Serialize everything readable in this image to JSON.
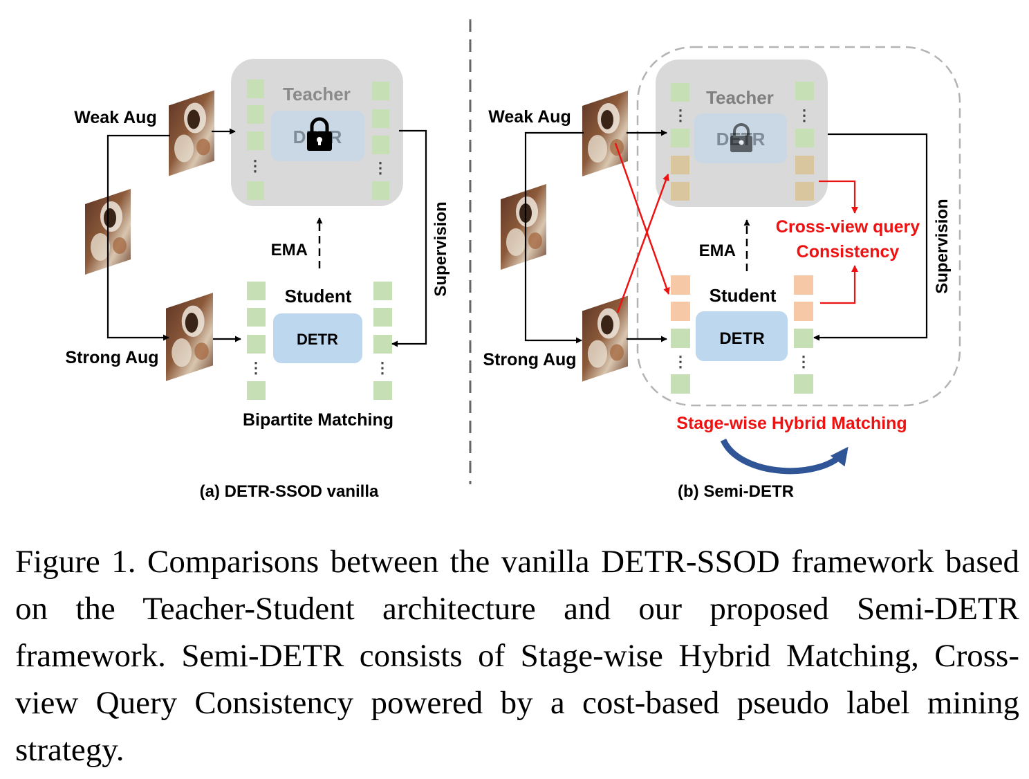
{
  "panel_a": {
    "teacher": "Teacher",
    "teacher_detr": "DETR",
    "student": "Student",
    "student_detr": "DETR",
    "weak_aug": "Weak Aug",
    "strong_aug": "Strong Aug",
    "ema": "EMA",
    "supervision": "Supervision",
    "matching": "Bipartite Matching",
    "subtitle": "(a) DETR-SSOD vanilla"
  },
  "panel_b": {
    "teacher": "Teacher",
    "teacher_detr": "DETR",
    "student": "Student",
    "student_detr": "DETR",
    "weak_aug": "Weak Aug",
    "strong_aug": "Strong Aug",
    "ema": "EMA",
    "supervision": "Supervision",
    "cross_view_line1": "Cross-view query",
    "cross_view_line2": "Consistency",
    "matching": "Stage-wise Hybrid Matching",
    "subtitle": "(b) Semi-DETR"
  },
  "colors": {
    "query_green": "#c6dfb4",
    "query_orange": "#f6c8a6",
    "teacher_box": "#d9d9d9",
    "detr_box": "#bdd7ee",
    "highlight_red": "#ee1111",
    "curve_blue": "#2f5597"
  },
  "icons": [
    "lock-icon",
    "food-image-thumbnail"
  ],
  "caption": "Figure 1. Comparisons between the vanilla DETR-SSOD framework based on the Teacher-Student architecture and our proposed Semi-DETR framework. Semi-DETR consists of Stage-wise Hybrid Matching, Cross-view Query Consistency powered by a cost-based pseudo label mining strategy."
}
